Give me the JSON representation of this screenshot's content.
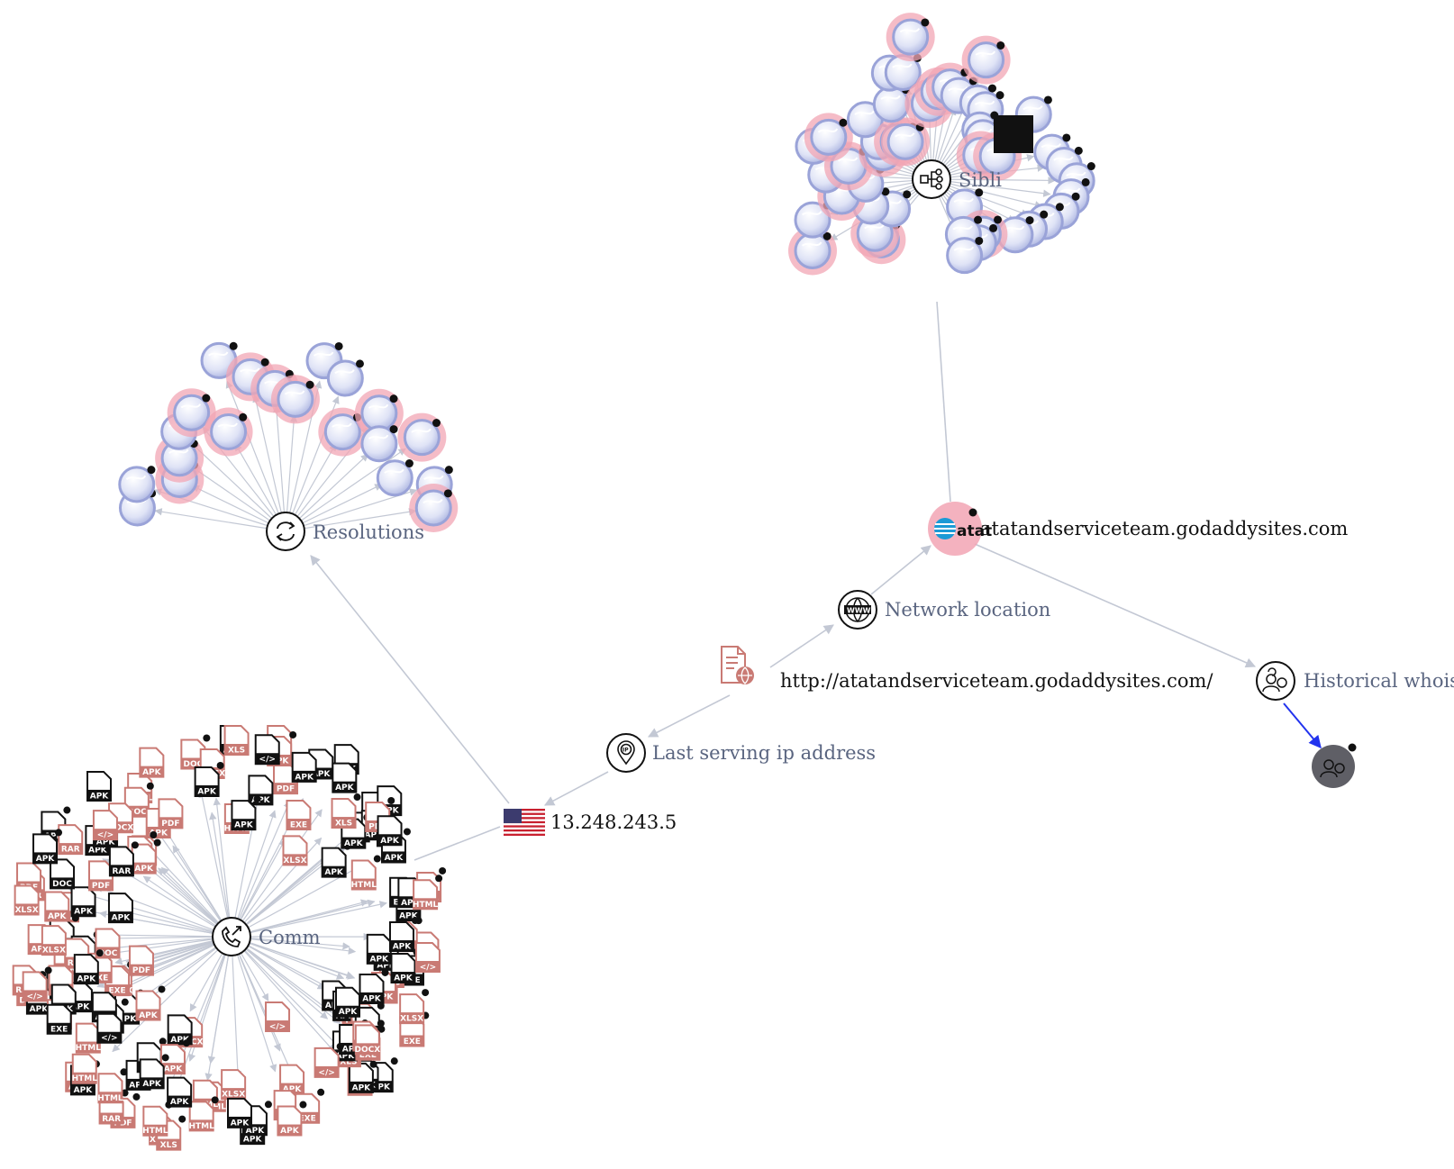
{
  "colors": {
    "edge": "#c3c8d4",
    "highlight": "#f2a5b4",
    "globe_ring": "#9aa3d8",
    "file_red": "#c97a74",
    "file_black": "#111111",
    "whois_dark": "#5f5f66",
    "whois_edge": "#2233ee"
  },
  "nodes": {
    "resolutions": {
      "label": "Resolutions",
      "icon": "exchange-arrows-icon"
    },
    "siblings": {
      "label": "Sibli",
      "icon": "network-tree-icon"
    },
    "communicating": {
      "label": "Comm",
      "icon": "phone-arrow-icon"
    },
    "ip": {
      "label": "13.248.243.5",
      "icon": "us-flag-icon"
    },
    "last_serving": {
      "label": "Last serving ip address",
      "icon": "ip-pin-icon"
    },
    "url": {
      "label": "http://atatandserviceteam.godaddysites.com/",
      "icon": "web-document-icon"
    },
    "network_location": {
      "label": "Network location",
      "icon": "www-globe-icon"
    },
    "domain": {
      "label": "atatandserviceteam.godaddysites.com",
      "icon": "att-logo-icon",
      "logo_text": "atat"
    },
    "historical_whois": {
      "label": "Historical whois",
      "icon": "whois-person-icon"
    }
  },
  "file_types": [
    "EXE",
    "APK",
    "PDF",
    "DOCX",
    "RAR",
    "XLS",
    "XLSX",
    "DOC",
    "HTML",
    "</>"
  ]
}
